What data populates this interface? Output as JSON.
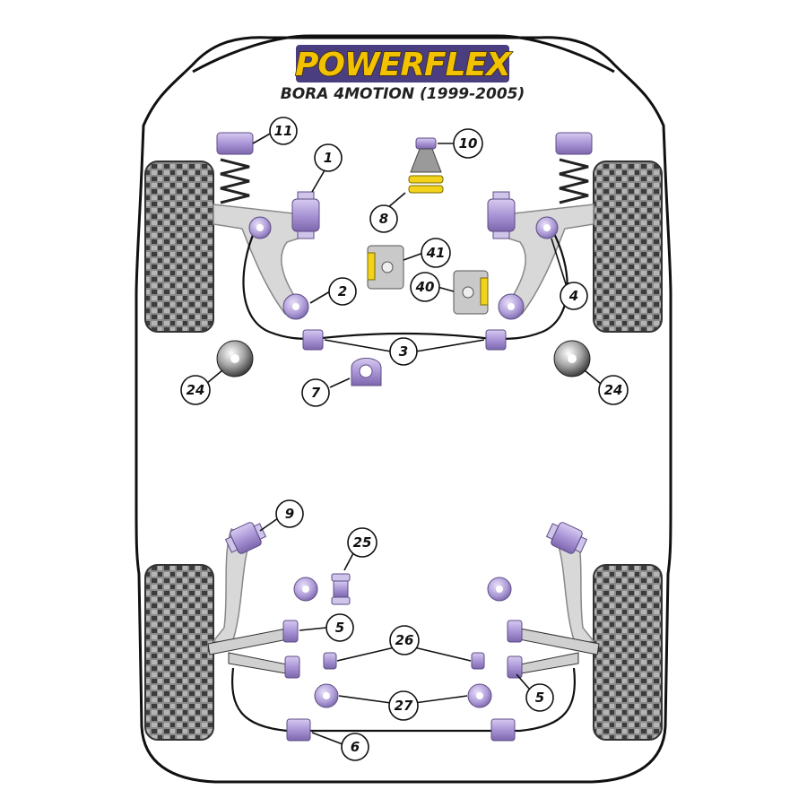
{
  "brand": {
    "name": "POWERFLEX",
    "color": "#f2c200",
    "outline": "#3a2a00"
  },
  "model": "BORA 4MOTION (1999-2005)",
  "colors": {
    "bush": "#b7a6d8",
    "bush_dark": "#7f6aa8",
    "arm": "#d9d9d9",
    "body_outline": "#111111",
    "tyre": "#6f6f6f",
    "yellow_insert": "#f2d21a"
  },
  "callouts": {
    "c11": "11",
    "c1": "1",
    "c10": "10",
    "c8": "8",
    "c41": "41",
    "c40": "40",
    "c2": "2",
    "c4": "4",
    "c3": "3",
    "c24l": "24",
    "c24r": "24",
    "c7": "7",
    "c9": "9",
    "c25": "25",
    "c5a": "5",
    "c26": "26",
    "c5b": "5",
    "c27": "27",
    "c6": "6"
  }
}
